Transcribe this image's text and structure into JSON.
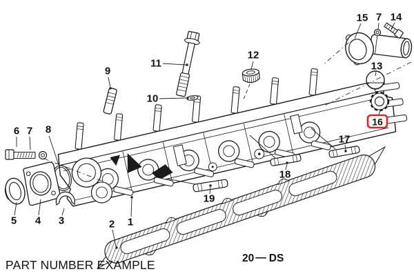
{
  "diagram": {
    "caption": "PART NUMBER EXAMPLE",
    "page_code": {
      "group": "20",
      "separator": "—",
      "code": "DS"
    },
    "colors": {
      "ink": "#1b1b1b",
      "background": "#ffffff",
      "highlight_box": "#cf2a25"
    },
    "highlighted_part": "16",
    "callouts": [
      {
        "label": "6"
      },
      {
        "label": "7"
      },
      {
        "label": "8"
      },
      {
        "label": "9"
      },
      {
        "label": "11"
      },
      {
        "label": "10"
      },
      {
        "label": "12"
      },
      {
        "label": "15"
      },
      {
        "label": "7"
      },
      {
        "label": "14"
      },
      {
        "label": "13"
      },
      {
        "label": "16",
        "highlighted": true
      },
      {
        "label": "17"
      },
      {
        "label": "18"
      },
      {
        "label": "19"
      },
      {
        "label": "5"
      },
      {
        "label": "4"
      },
      {
        "label": "3"
      },
      {
        "label": "2"
      },
      {
        "label": "1"
      }
    ]
  }
}
